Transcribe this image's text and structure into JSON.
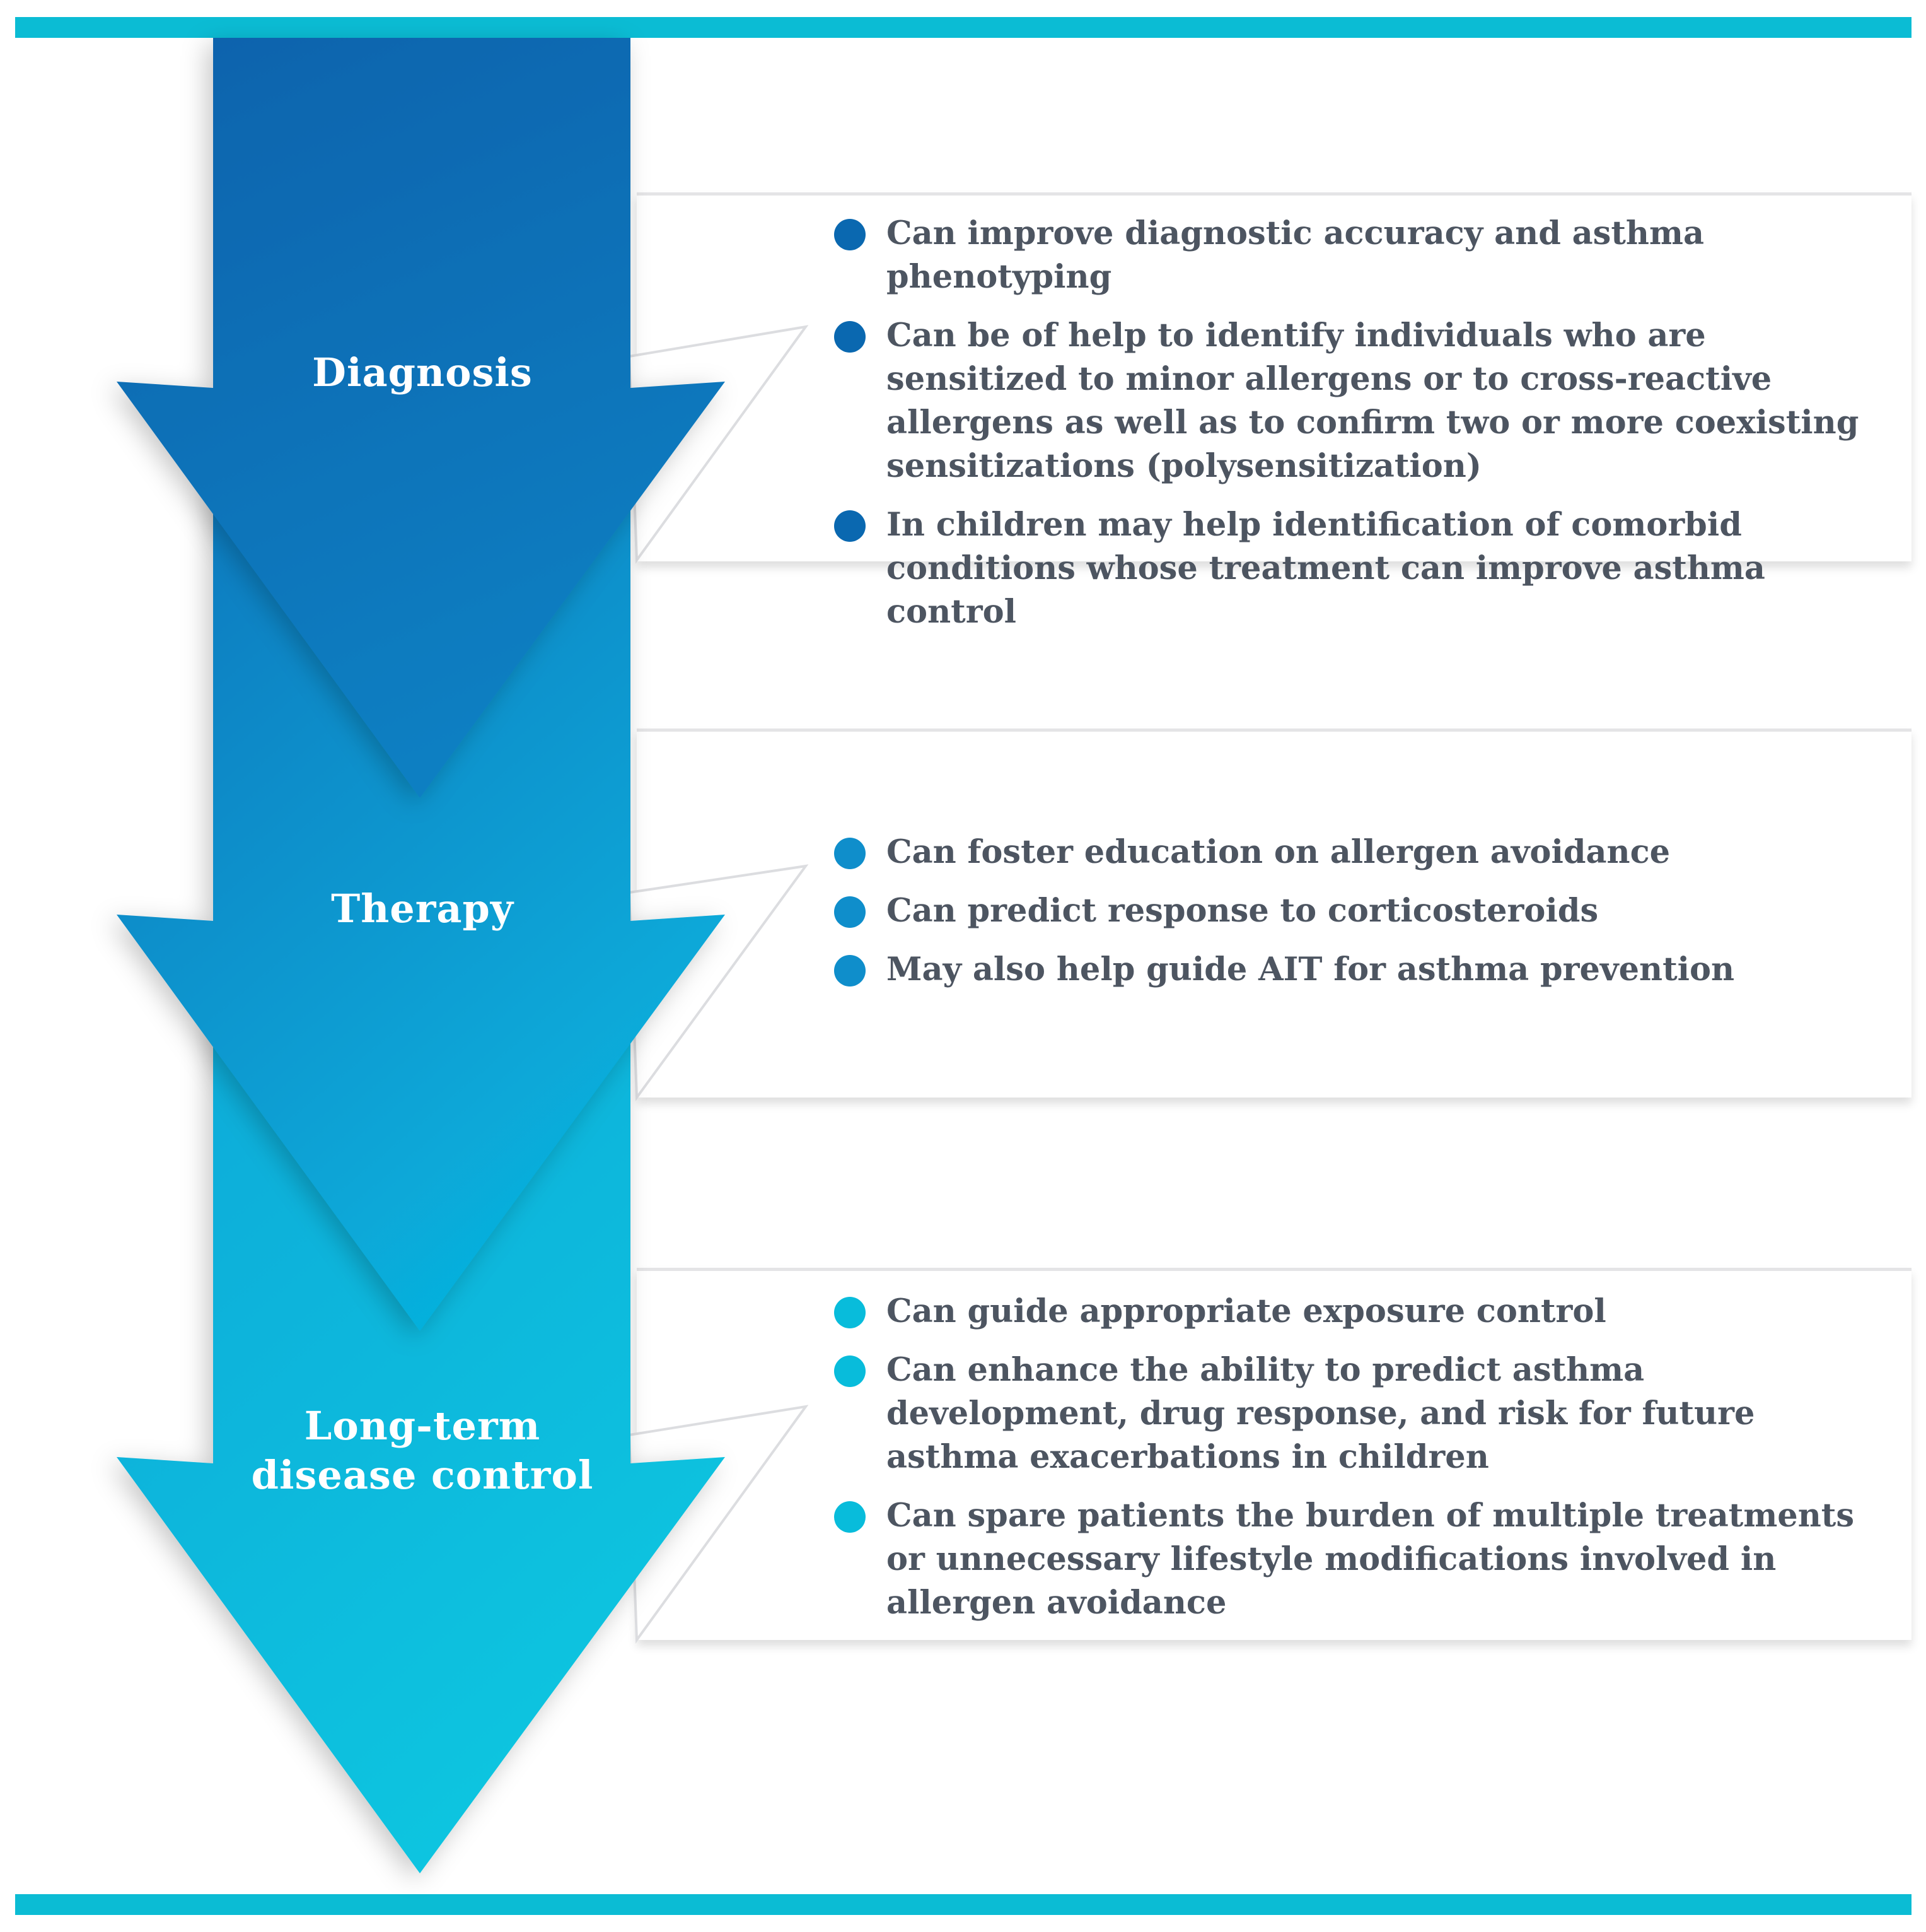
{
  "colors": {
    "bar": "#0bbcd4",
    "dark_blue": "#0a68b0",
    "mid_blue": "#0f8ecb",
    "light_blue": "#08bcdb",
    "text": "#4d5561"
  },
  "stages": [
    {
      "label": "Diagnosis",
      "bullet_color": "#0a68b0",
      "items": [
        "Can improve diagnostic accuracy and asthma phenotyping",
        "Can be of help to identify individuals who are sensitized to minor allergens or to cross-reactive allergens as well as to confirm two or more coexisting sensitizations (polysensitization)",
        "In children may help identification of comorbid conditions whose treatment can improve asthma control"
      ]
    },
    {
      "label": "Therapy",
      "bullet_color": "#0f8ecb",
      "items": [
        "Can foster education on allergen avoidance",
        "Can predict response to corticosteroids",
        "May also help guide AIT for asthma prevention"
      ]
    },
    {
      "label": "Long-term\ndisease control",
      "bullet_color": "#08bcdb",
      "items": [
        "Can guide appropriate exposure control",
        "Can enhance the ability to predict asthma development, drug response, and risk for future asthma exacerbations in children",
        "Can spare patients the burden of multiple treatments or unnecessary lifestyle modifications involved in allergen avoidance"
      ]
    }
  ]
}
